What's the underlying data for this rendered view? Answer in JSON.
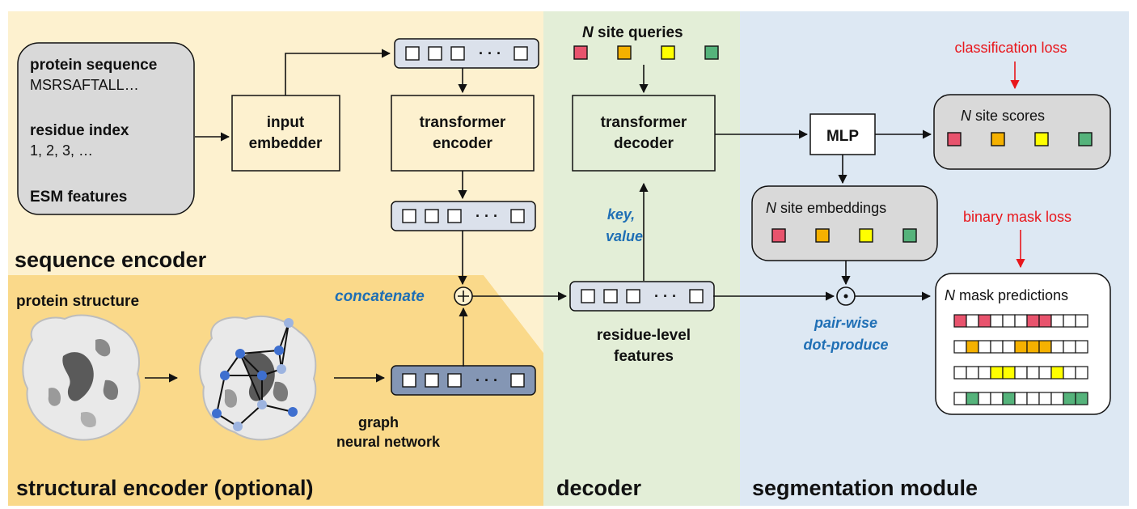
{
  "sections": {
    "sequence_encoder": "sequence encoder",
    "structural_encoder": "structural encoder (optional)",
    "decoder": "decoder",
    "segmentation_module": "segmentation module"
  },
  "input_box": {
    "protein_sequence_label": "protein sequence",
    "protein_sequence_value": "MSRSAFTALL…",
    "residue_index_label": "residue index",
    "residue_index_value": "1, 2, 3, …",
    "esm_features_label": "ESM features"
  },
  "input_embedder": [
    "input",
    "embedder"
  ],
  "transformer_encoder": [
    "transformer",
    "encoder"
  ],
  "transformer_decoder": [
    "transformer",
    "decoder"
  ],
  "mlp": "MLP",
  "site_queries": {
    "prefix": "N",
    "text": " site queries"
  },
  "site_scores": {
    "prefix": "N",
    "text": " site scores"
  },
  "site_embeddings": {
    "prefix": "N",
    "text": " site embeddings"
  },
  "mask_predictions": {
    "prefix": "N",
    "text": " mask predictions"
  },
  "classification_loss": "classification loss",
  "binary_mask_loss": "binary mask loss",
  "concatenate": "concatenate",
  "key_value": [
    "key,",
    "value"
  ],
  "residue_level_features": [
    "residue-level",
    "features"
  ],
  "pair_wise": [
    "pair-wise",
    "dot-produce"
  ],
  "protein_structure": "protein structure",
  "gnn": [
    "graph",
    "neural network"
  ],
  "vector_ellipsis": "· · ·",
  "colors": {
    "seq_bg": "#fdf1cf",
    "struct_bg": "#fad98a",
    "decoder_bg": "#e3eed7",
    "seg_bg": "#dde8f3",
    "vector_fill": "#dbe1eb",
    "vector_dark": "#8496b4",
    "gray_box": "#d9d9d9",
    "site_red": "#e8536d",
    "site_orange": "#f5b100",
    "site_yellow": "#ffff00",
    "site_green": "#55b37b",
    "label_blue": "#1f6fb5",
    "loss_red": "#e8161b"
  },
  "mask_rows": [
    {
      "color": "site_red",
      "filled": [
        0,
        2,
        6,
        7
      ]
    },
    {
      "color": "site_orange",
      "filled": [
        1,
        5,
        6,
        7
      ]
    },
    {
      "color": "site_yellow",
      "filled": [
        3,
        4,
        8
      ]
    },
    {
      "color": "site_green",
      "filled": [
        1,
        4,
        9,
        10
      ]
    }
  ]
}
